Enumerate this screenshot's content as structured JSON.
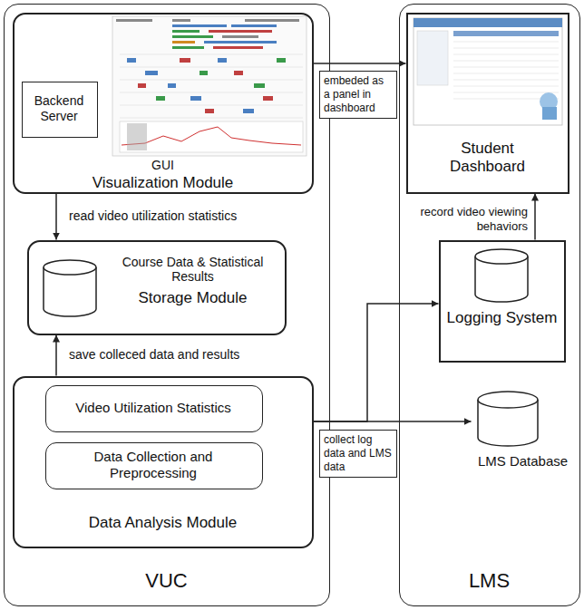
{
  "diagram": {
    "nodes": [
      {
        "text": [
          "VUC"
        ]
      },
      {
        "text": [
          "GUI",
          "Visualization Module"
        ],
        "in": 0
      },
      {
        "text": [
          "Backend Server"
        ],
        "in": 1
      },
      {
        "text": [
          "Course Data & Statistical Results",
          "Storage Module"
        ],
        "in": 0
      },
      {
        "text": [
          "Data Analysis Module"
        ],
        "in": 0
      },
      {
        "text": [
          "Video Utilization Statistics"
        ],
        "in": 4
      },
      {
        "text": [
          "Data Collection and Preprocessing"
        ],
        "in": 4
      },
      {
        "text": [
          "LMS"
        ]
      },
      {
        "text": [
          "Student Dashboard"
        ],
        "in": 7
      },
      {
        "text": [
          "Logging System"
        ],
        "in": 7
      },
      {
        "text": [
          "LMS Database"
        ],
        "in": 7
      }
    ],
    "edges": [
      {
        "from": 1,
        "to": 8,
        "arrow": "to",
        "label": "embeded as a panel in dashboard"
      },
      {
        "from": 1,
        "to": 3,
        "arrow": "to",
        "label": "read video utilization statistics"
      },
      {
        "from": 4,
        "to": 3,
        "arrow": "to",
        "label": "save colleced data and results"
      },
      {
        "from": 9,
        "to": 8,
        "arrow": "to",
        "label": "record video viewing behaviors"
      },
      {
        "from": 4,
        "to": 9,
        "arrow": "to"
      },
      {
        "from": 4,
        "to": 10,
        "arrow": "to",
        "label": "collect log data and LMS data"
      }
    ]
  }
}
